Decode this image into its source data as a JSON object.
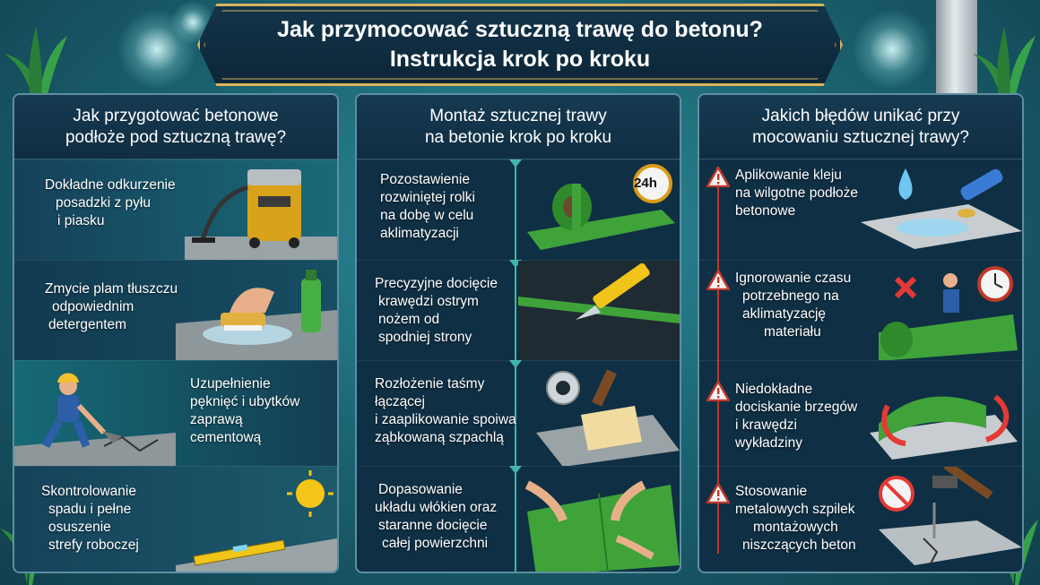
{
  "title": {
    "line1": "Jak przymocować sztuczną trawę do betonu?",
    "line2": "Instrukcja krok po kroku"
  },
  "panels": [
    {
      "heading": [
        "Jak przygotować betonowe",
        "podłoże pod sztuczną trawę?"
      ],
      "steps": [
        {
          "lines": [
            "Dokładne odkurzenie",
            "posadzki z pyłu",
            "i piasku"
          ],
          "icon": "vacuum-cleaner-icon"
        },
        {
          "lines": [
            "Zmycie plam tłuszczu",
            "odpowiednim",
            "detergentem"
          ],
          "icon": "scrub-brush-icon"
        },
        {
          "lines": [
            "Uzupełnienie",
            "pęknięć i ubytków",
            "zaprawą",
            "cementową"
          ],
          "icon": "worker-trowel-icon"
        },
        {
          "lines": [
            "Skontrolowanie",
            "spadu i pełne",
            "osuszenie",
            "strefy roboczej"
          ],
          "icon": "spirit-level-icon"
        }
      ]
    },
    {
      "heading": [
        "Montaż sztucznej trawy",
        "na betonie krok po kroku"
      ],
      "steps": [
        {
          "lines": [
            "Pozostawienie",
            "rozwiniętej rolki",
            "na dobę w celu",
            "aklimatyzacji"
          ],
          "icon": "grass-roll-icon",
          "badge": "24h"
        },
        {
          "lines": [
            "Precyzyjne docięcie",
            "krawędzi ostrym",
            "nożem od",
            "spodniej strony"
          ],
          "icon": "utility-knife-icon"
        },
        {
          "lines": [
            "Rozłożenie taśmy",
            "łączącej",
            "i zaaplikowanie spoiwa",
            "ząbkowaną szpachlą"
          ],
          "icon": "tape-trowel-icon"
        },
        {
          "lines": [
            "Dopasowanie",
            "układu włókien oraz",
            "staranne docięcie",
            "całej powierzchni"
          ],
          "icon": "hands-grass-icon"
        }
      ]
    },
    {
      "heading": [
        "Jakich błędów unikać przy",
        "mocowaniu sztucznej trawy?"
      ],
      "steps": [
        {
          "lines": [
            "Aplikowanie kleju",
            "na wilgotne podłoże",
            "betonowe"
          ],
          "icon": "wet-glue-icon"
        },
        {
          "lines": [
            "Ignorowanie czasu",
            "potrzebnego na",
            "aklimatyzację",
            "materiału"
          ],
          "icon": "clock-rush-icon"
        },
        {
          "lines": [
            "Niedokładne",
            "dociskanie brzegów",
            "i krawędzi",
            "wykładziny"
          ],
          "icon": "curling-edges-icon"
        },
        {
          "lines": [
            "Stosowanie",
            "metalowych szpilek",
            "montażowych",
            "niszczących beton"
          ],
          "icon": "hammer-nail-icon"
        }
      ]
    }
  ],
  "colors": {
    "accent": "#d8b45a",
    "panel": "#0f2f44",
    "grass": "#3fa33a",
    "warning": "#c0392b",
    "timeline": "#3fb6a8"
  }
}
